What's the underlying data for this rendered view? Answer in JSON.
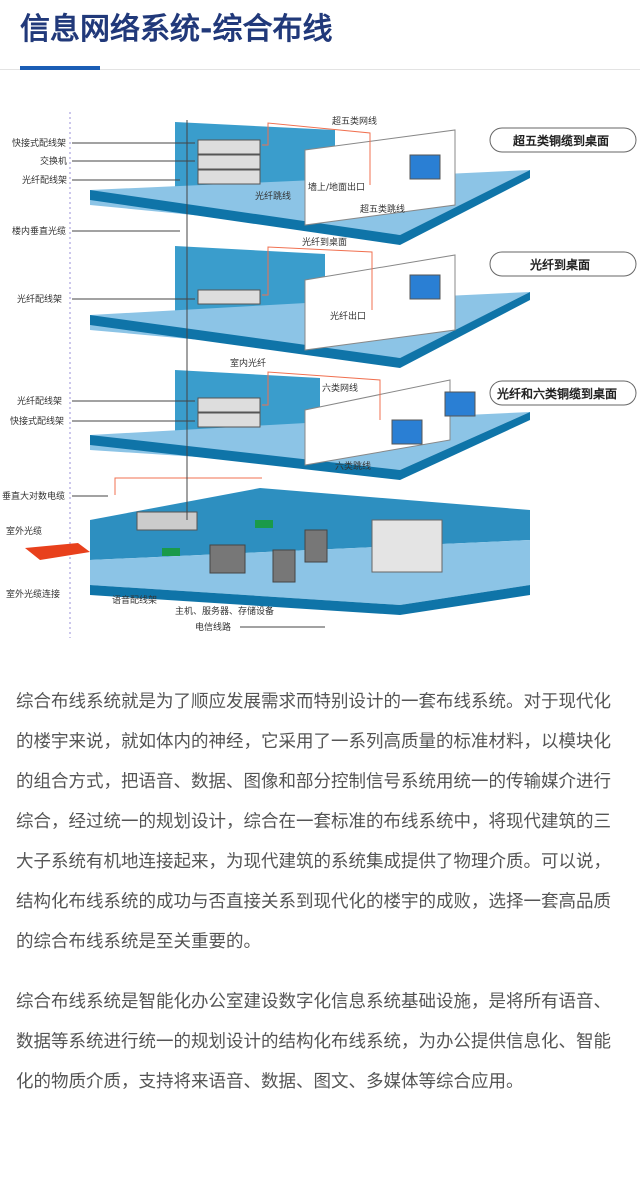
{
  "header": {
    "title": "信息网络系统-综合布线"
  },
  "diagram": {
    "left_labels": [
      "快接式配线架",
      "交换机",
      "光纤配线架",
      "楼内垂直光缆",
      "光纤配线架",
      "光纤配线架",
      "快接式配线架",
      "垂直大对数电缆",
      "室外光缆",
      "室外光缆连接"
    ],
    "inner_labels": {
      "cat5e_cable": "超五类网线",
      "wall_outlet": "墙上/地面出口",
      "fiber_jumper": "光纤跳线",
      "cat5e_jumper": "超五类跳线",
      "fiber_to_desk_line": "光纤到桌面",
      "fiber_outlet": "光纤出口",
      "indoor_fiber": "室内光纤",
      "cat6_cable": "六类网线",
      "cat6_jumper": "六类跳线",
      "voice_panel": "语音配线架",
      "hosts": "主机、服务器、存储设备",
      "telecom_line": "电信线路"
    },
    "callouts": [
      "超五类铜缆到桌面",
      "光纤到桌面",
      "光纤和六类铜缆到桌面"
    ]
  },
  "body": {
    "paragraphs": [
      "综合布线系统就是为了顺应发展需求而特别设计的一套布线系统。对于现代化的楼宇来说，就如体内的神经，它采用了一系列高质量的标准材料，以模块化的组合方式，把语音、数据、图像和部分控制信号系统用统一的传输媒介进行综合，经过统一的规划设计，综合在一套标准的布线系统中，将现代建筑的三大子系统有机地连接起来，为现代建筑的系统集成提供了物理介质。可以说，结构化布线系统的成功与否直接关系到现代化的楼宇的成败，选择一套高品质的综合布线系统是至关重要的。",
      "综合布线系统是智能化办公室建设数字化信息系统基础设施，是将所有语音、数据等系统进行统一的规划设计的结构化布线系统，为办公提供信息化、智能化的物质介质，支持将来语音、数据、图文、多媒体等综合应用。"
    ]
  },
  "colors": {
    "title": "#21397a",
    "accent": "#1a5db5",
    "floor": "#8cc4e6",
    "floor_edge": "#0f74a8",
    "wall": "#3a9dcc",
    "cable": "#f07050"
  }
}
